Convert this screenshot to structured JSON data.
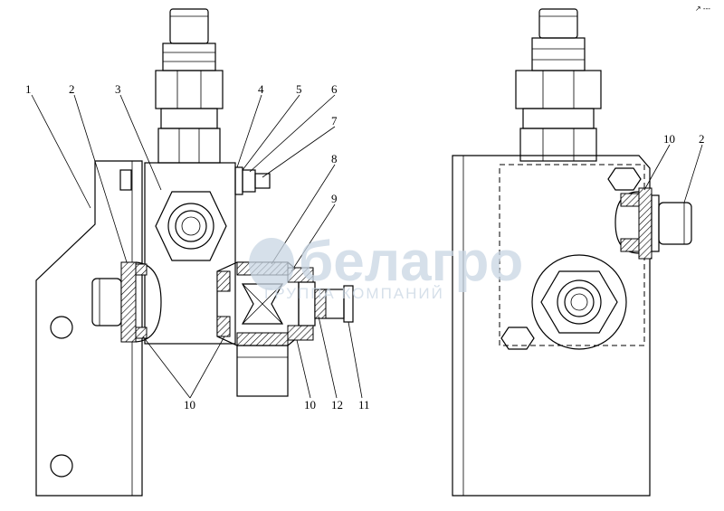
{
  "corner_mark": "↗ ---",
  "watermark": {
    "brand": "белагро",
    "subtitle": "ГРУППА КОМПАНИЙ"
  },
  "callouts": {
    "c1": "1",
    "c2": "2",
    "c3": "3",
    "c4": "4",
    "c5": "5",
    "c6": "6",
    "c7": "7",
    "c8": "8",
    "c9": "9",
    "c10a": "10",
    "c10b": "10",
    "c12": "12",
    "c11": "11",
    "r10": "10",
    "r2": "2"
  }
}
